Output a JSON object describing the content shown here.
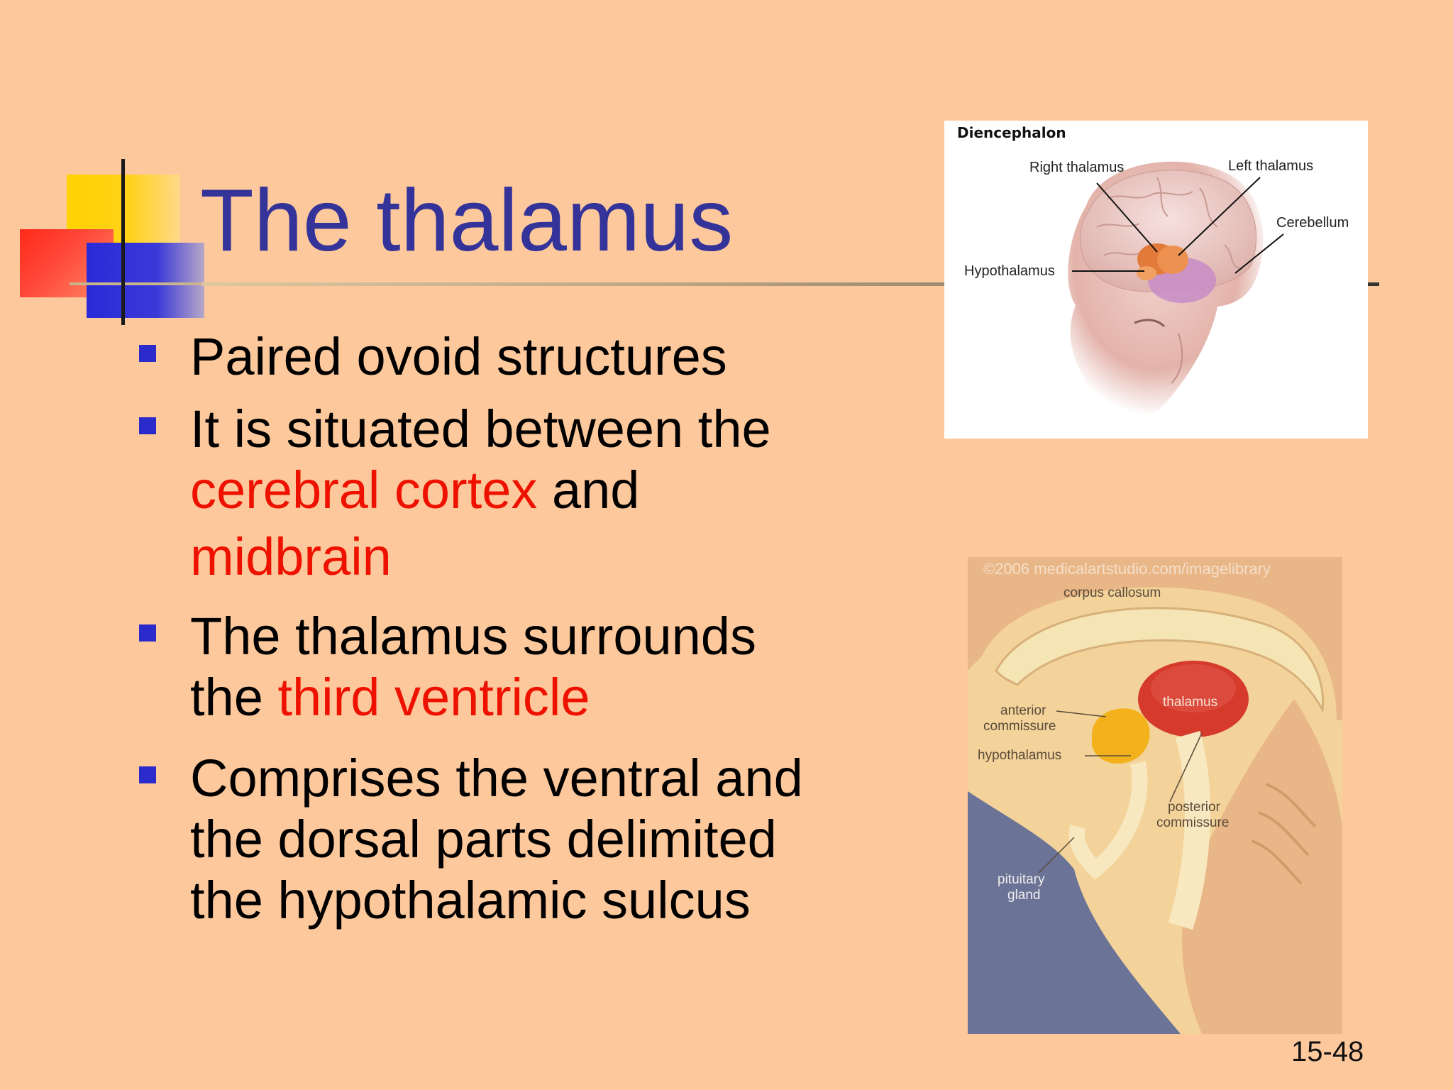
{
  "slide": {
    "title": "The thalamus",
    "slide_number": "15-48",
    "colors": {
      "background": "#fdc89b",
      "title": "#333399",
      "highlight": "#ee1100",
      "bullet": "#2b2bcc"
    }
  },
  "bullets": [
    {
      "parts": [
        {
          "text": "Paired ovoid structures"
        }
      ]
    },
    {
      "parts": [
        {
          "text": "It is situated between the"
        },
        {
          "text": "cerebral cortex",
          "highlight": true
        },
        {
          "text": " and"
        },
        {
          "text": "midbrain",
          "highlight": true
        }
      ]
    },
    {
      "parts": [
        {
          "text": "The thalamus surrounds"
        },
        {
          "text": "the "
        },
        {
          "text": "third ventricle",
          "highlight": true
        }
      ]
    },
    {
      "parts": [
        {
          "text": "Comprises the ventral and"
        },
        {
          "text": "the dorsal parts delimited"
        },
        {
          "text": "the hypothalamic sulcus"
        }
      ]
    }
  ],
  "figure_diencephalon": {
    "heading": "Diencephalon",
    "labels": {
      "right_thalamus": "Right thalamus",
      "left_thalamus": "Left thalamus",
      "cerebellum": "Cerebellum",
      "hypothalamus": "Hypothalamus"
    }
  },
  "figure_sagittal": {
    "watermark": "©2006 medicalartstudio.com/imagelibrary",
    "labels": {
      "corpus_callosum": "corpus callosum",
      "thalamus": "thalamus",
      "anterior": "anterior",
      "commissure": "commissure",
      "hypothalamus": "hypothalamus",
      "posterior": "posterior",
      "posterior_commissure": "commissure",
      "pituitary": "pituitary",
      "gland": "gland"
    }
  }
}
